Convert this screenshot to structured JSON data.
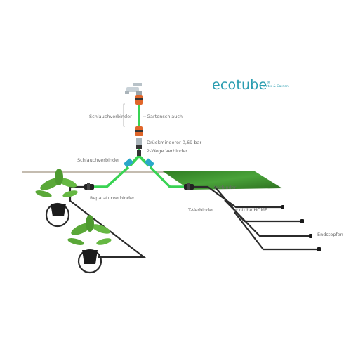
{
  "brand": {
    "name": "ecotube",
    "registered": "®",
    "tagline": "water & Garden"
  },
  "labels": {
    "gartenschlauch": "Gartenschlauch",
    "schlauchverbinder_top": "Schlauchverbinder",
    "druckminderer": "Drückminderer 0,69 bar",
    "zwei_wege": "2-Wege Verbinder",
    "schlauchverbinder_left": "Schlauchverbinder",
    "verbinder": "Verbinder",
    "reparaturverbinder": "Reparaturverbinder",
    "t_verbinder": "T-Verbinder",
    "ecotube_home": "ecotube HOME",
    "endstopfen": "Endstopfen"
  },
  "colors": {
    "hose_green": "#39d353",
    "drip_black": "#2b2b2b",
    "brand_teal": "#2a9db0",
    "connector_orange": "#e0662a",
    "connector_blue": "#2aa7c9",
    "lawn_green": "#3f8f2e"
  }
}
